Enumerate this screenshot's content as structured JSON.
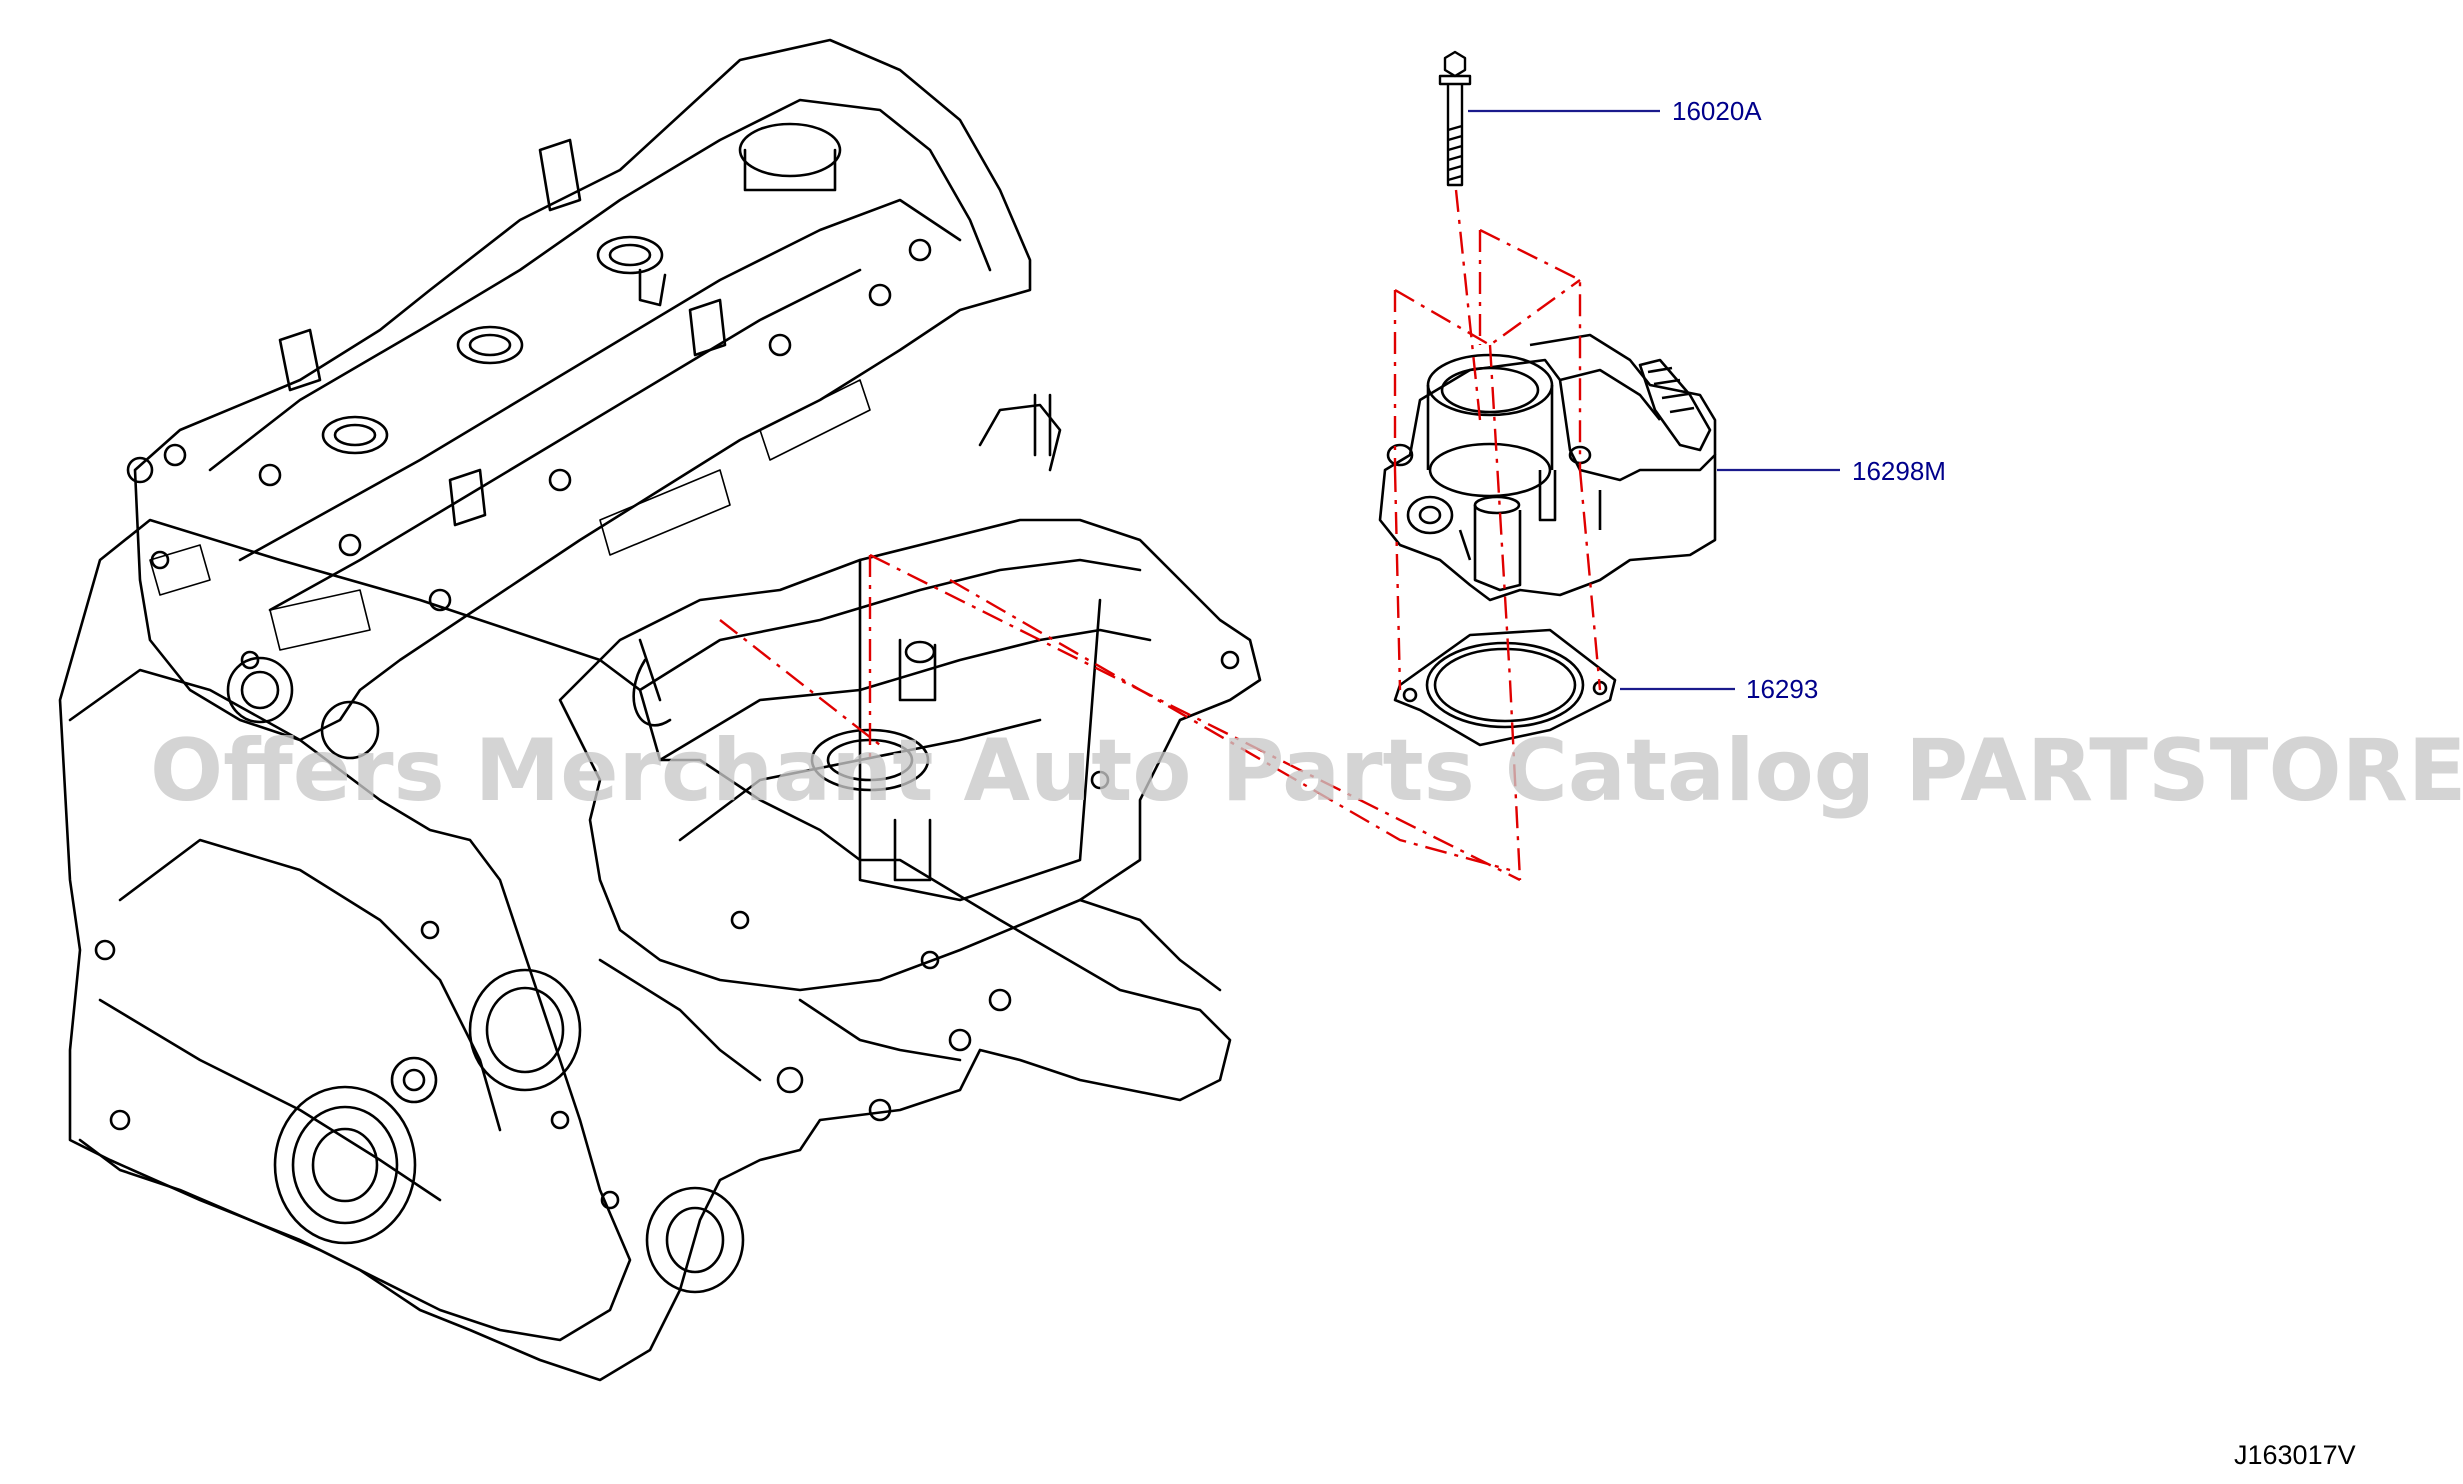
{
  "callouts": [
    {
      "id": "bolt",
      "number": "16020A"
    },
    {
      "id": "throttle-body",
      "number": "16298M"
    },
    {
      "id": "gasket",
      "number": "16293"
    }
  ],
  "watermark": "Offers Merchant Auto Parts Catalog PARTSTORE.SA",
  "diagram_code": "J163017V",
  "colors": {
    "line_art": "#000000",
    "callout": "#00008b",
    "leader": "#1a1a8c",
    "assembly_guide": "#e00000",
    "watermark": "#c8c8c8"
  }
}
